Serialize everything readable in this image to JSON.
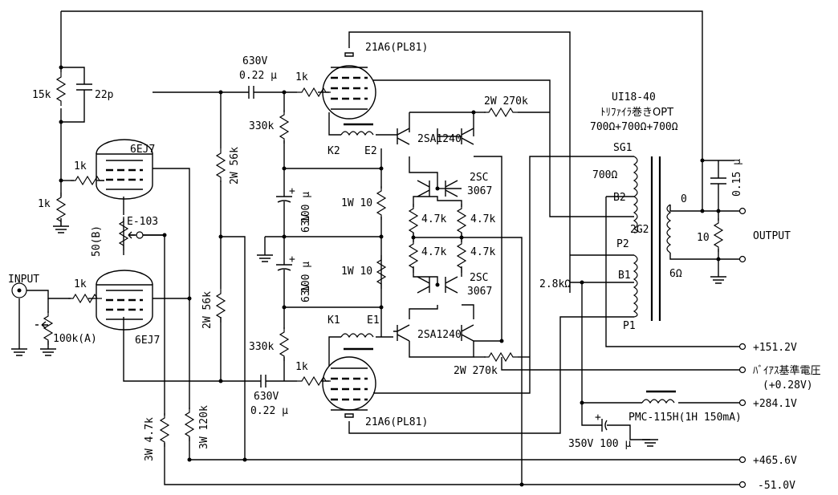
{
  "labels": {
    "c_630v_top": "630V",
    "c_022u_top": "0.22 μ",
    "r_1k_grid_top": "1k",
    "tube_top": "21A6(PL81)",
    "r_15k": "15k",
    "c_22p": "22p",
    "r_1k_fb": "1k",
    "r_1k_bottom": "1k",
    "r_330k_top": "330k",
    "r_2w56k_mid": "2W 56k",
    "tube_6ej7_top": "6EJ7",
    "r_1k_g1": "1k",
    "k2": "K2",
    "e2": "E2",
    "q_2sa1240_top": "2SA1240",
    "r_2w270k_top": "2W 270k",
    "opt_name": "UI18-40",
    "opt_desc": "ﾄﾘﾌｧｲﾗ巻きOPT",
    "opt_imp": "700Ω+700Ω+700Ω",
    "sg1": "SG1",
    "ohm700": "700Ω",
    "b2": "B2",
    "c015": "0.15 μ",
    "zero": "0",
    "q_2sc_top": "2SC",
    "q_3067_top": "3067",
    "c100u_top": "100 μ",
    "v63_top": "63V",
    "r_1w10_top": "1W 10",
    "r47k_a": "4.7k",
    "r47k_b": "4.7k",
    "r47k_c": "4.7k",
    "r47k_d": "4.7k",
    "e103": "E-103",
    "vr50b": "50(B)",
    "input": "INPUT",
    "r_1k_in": "1k",
    "vr100k": "100k(A)",
    "tube_6ej7_bot": "6EJ7",
    "g2g2": "2G2",
    "p2": "P2",
    "r10": "10",
    "output": "OUTPUT",
    "ohm6": "6Ω",
    "r_1w10_bot": "1W 10",
    "c100u_bot": "100 μ",
    "v63_bot": "63V",
    "q_2sc_bot": "2SC",
    "q_3067_bot": "3067",
    "r28k": "2.8kΩ",
    "b1": "B1",
    "r_2w56k_low": "2W 56k",
    "k1": "K1",
    "e1": "E1",
    "q_2sa1240_bot": "2SA1240",
    "p1": "P1",
    "r_330k_bot": "330k",
    "v151": "+151.2V",
    "r_1k_grid_bot": "1k",
    "r_2w270k_bot": "2W 270k",
    "bias": "ﾊﾞｲｱｽ基準電圧",
    "bias_val": "(+0.28V)",
    "c_630v_bot": "630V",
    "c_022u_bot": "0.22 μ",
    "v284": "+284.1V",
    "pmc": "PMC-115H(1H 150mA)",
    "r_3w47k": "3W 4.7k",
    "r_3w120k": "3W 120k",
    "tube_bot": "21A6(PL81)",
    "c350": "350V 100 μ",
    "v465": "+465.6V",
    "v51": "-51.0V"
  }
}
